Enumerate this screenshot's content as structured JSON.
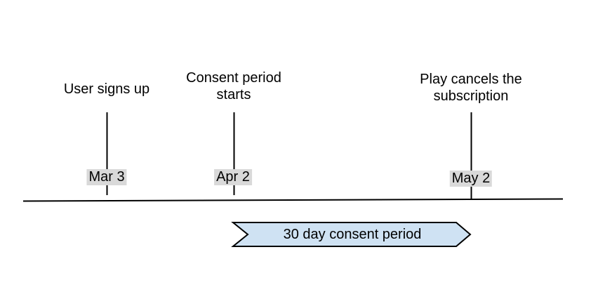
{
  "timeline": {
    "events": [
      {
        "label": "User signs up",
        "date": "Mar 3"
      },
      {
        "label": "Consent period\nstarts",
        "date": "Apr 2"
      },
      {
        "label": "Play cancels the\nsubscription",
        "date": "May 2"
      }
    ],
    "banner": {
      "label": "30 day consent period"
    },
    "colors": {
      "banner_fill": "#cfe2f3",
      "banner_border": "#000000",
      "date_chip_bg": "#d9d9d9",
      "line": "#000000",
      "text": "#000000",
      "background": "#ffffff"
    }
  }
}
